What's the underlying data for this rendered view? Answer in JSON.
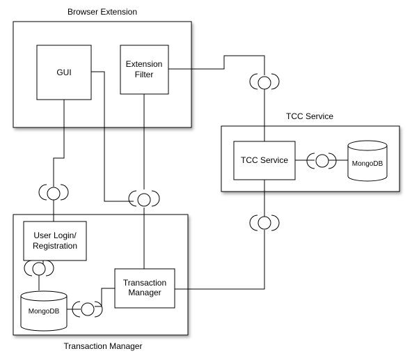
{
  "diagram": {
    "containers": {
      "browser_extension": "Browser Extension",
      "tcc_service": "TCC Service",
      "transaction_manager": "Transaction Manager"
    },
    "components": {
      "gui": "GUI",
      "extension_filter_line1": "Extension",
      "extension_filter_line2": "Filter",
      "tcc_service": "TCC Service",
      "user_login_line1": "User Login/",
      "user_login_line2": "Registration",
      "transaction_manager_line1": "Transaction",
      "transaction_manager_line2": "Manager"
    },
    "databases": {
      "tcc_mongodb": "MongoDB",
      "tm_mongodb": "MongoDB"
    }
  }
}
